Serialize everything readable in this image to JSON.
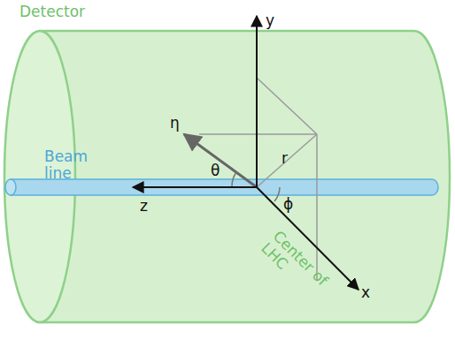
{
  "diagram": {
    "labels": [
      "Detector",
      "y",
      "Beam line",
      "η",
      "θ",
      "r",
      "ϕ",
      "z",
      "Center of LHC",
      "x"
    ]
  }
}
